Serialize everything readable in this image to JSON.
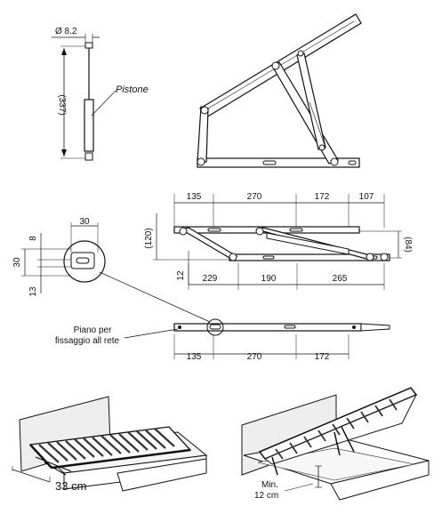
{
  "piston": {
    "diameter": "Ø 8.2",
    "length": "(337)",
    "label": "Pistone"
  },
  "detail": {
    "width": "30",
    "height": "30",
    "offset_top": "8",
    "offset_bottom": "13"
  },
  "side_view": {
    "top_dims": [
      "135",
      "270",
      "172",
      "107"
    ],
    "height_left": "(120)",
    "height_right": "(84)",
    "pin_height": "12",
    "bottom_dims": [
      "229",
      "190",
      "265"
    ]
  },
  "plate_view": {
    "label_line1": "Piano per",
    "label_line2": "fissaggio all rete",
    "dims": [
      "135",
      "270",
      "172"
    ]
  },
  "bed_views": {
    "left_measure": "33 cm",
    "right_measure_line1": "Min.",
    "right_measure_line2": "12 cm"
  }
}
